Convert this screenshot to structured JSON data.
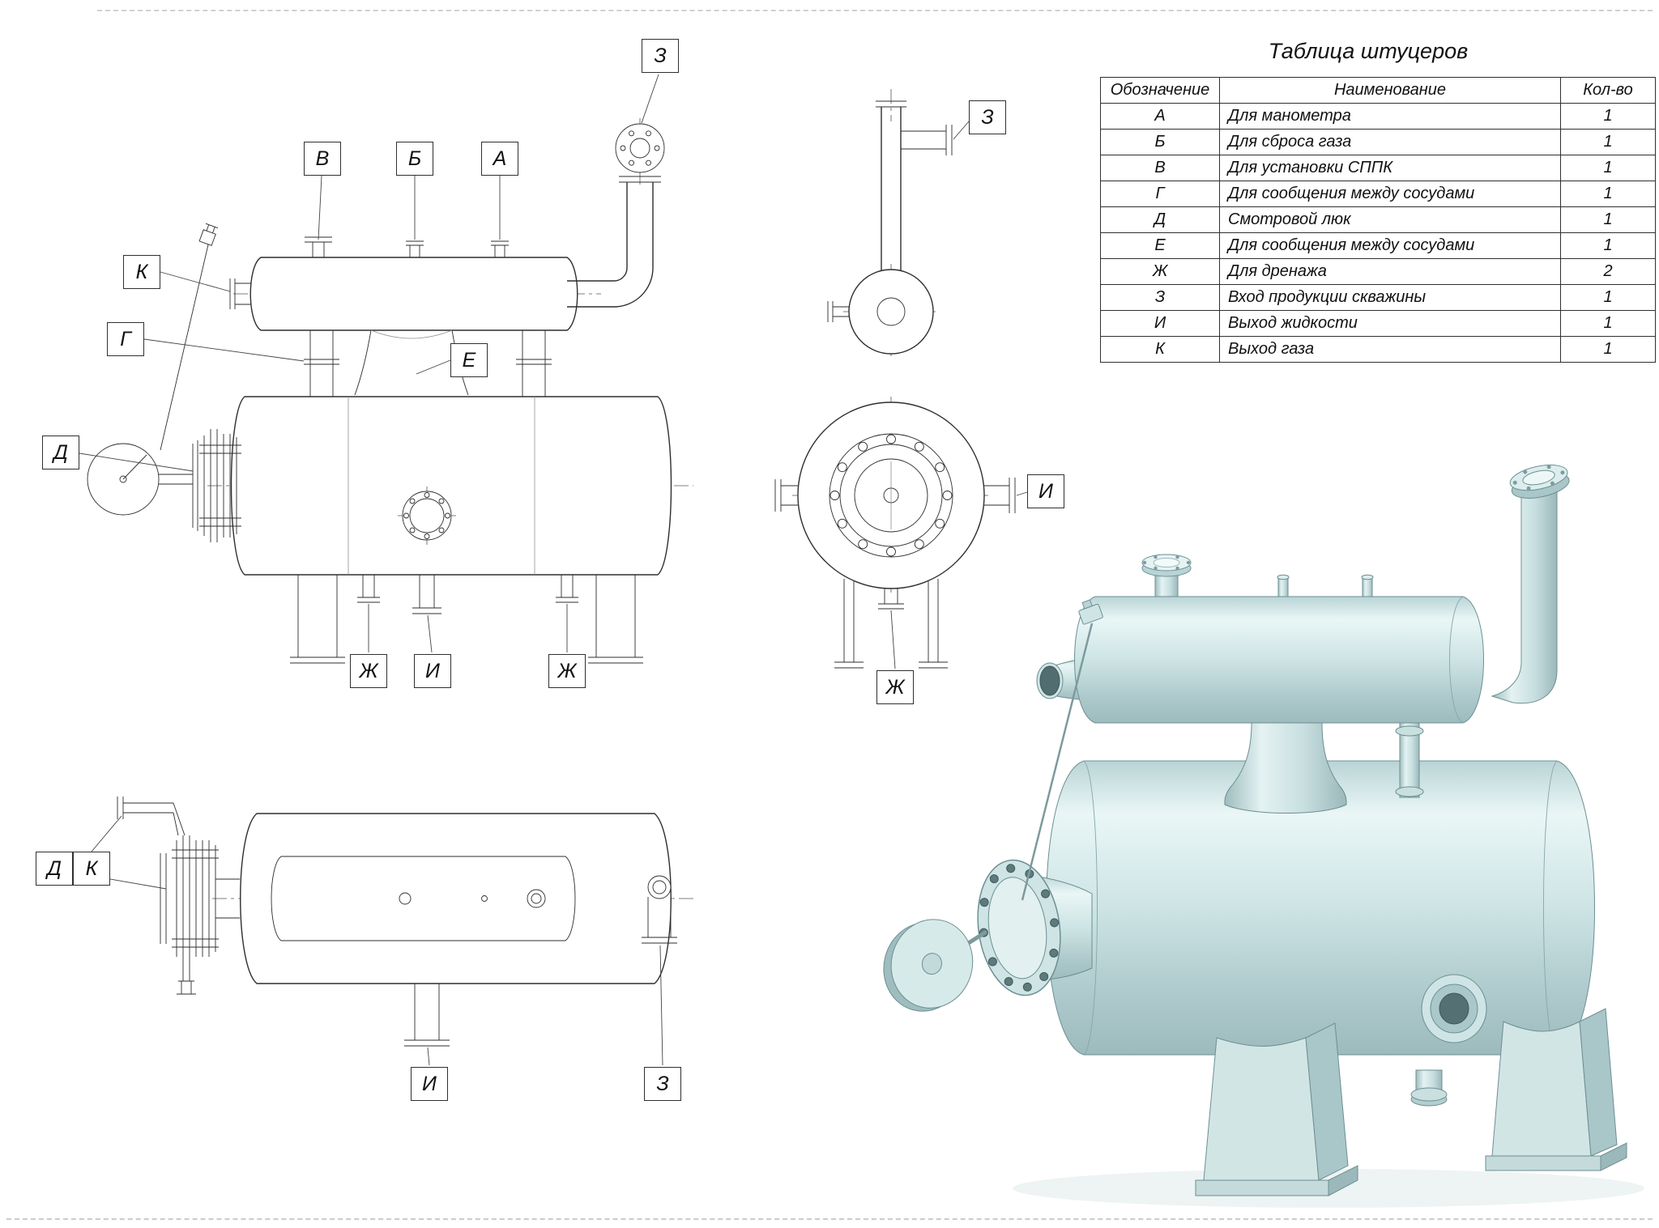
{
  "sheet": {
    "title": "Таблица штуцеров"
  },
  "table": {
    "headers": [
      "Обозначение",
      "Наименование",
      "Кол-во"
    ],
    "rows": [
      {
        "mark": "А",
        "name": "Для манометра",
        "qty": "1"
      },
      {
        "mark": "Б",
        "name": "Для сброса газа",
        "qty": "1"
      },
      {
        "mark": "В",
        "name": "Для установки СППК",
        "qty": "1"
      },
      {
        "mark": "Г",
        "name": "Для сообщения между сосудами",
        "qty": "1"
      },
      {
        "mark": "Д",
        "name": "Смотровой люк",
        "qty": "1"
      },
      {
        "mark": "Е",
        "name": "Для сообщения между сосудами",
        "qty": "1"
      },
      {
        "mark": "Ж",
        "name": "Для дренажа",
        "qty": "2"
      },
      {
        "mark": "З",
        "name": "Вход продукции скважины",
        "qty": "1"
      },
      {
        "mark": "И",
        "name": "Выход жидкости",
        "qty": "1"
      },
      {
        "mark": "К",
        "name": "Выход газа",
        "qty": "1"
      }
    ]
  },
  "callouts": [
    "З",
    "В",
    "Б",
    "А",
    "К",
    "Г",
    "Е",
    "Д",
    "Ж",
    "И",
    "Ж",
    "З",
    "И",
    "Ж",
    "Д",
    "К",
    "И",
    "З"
  ],
  "colors": {
    "line": "#2e2e2e",
    "iso_body": "#cde4e5",
    "iso_edge": "#6c8f92",
    "iso_dark": "#547072"
  }
}
